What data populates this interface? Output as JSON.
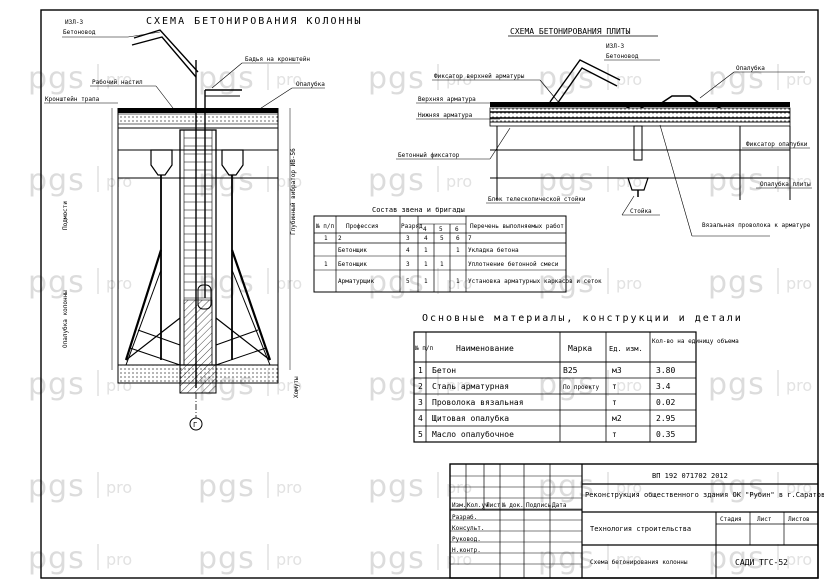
{
  "watermark": {
    "brand": "pgs",
    "suffix": "pro"
  },
  "column_scheme": {
    "title": "СХЕМА БЕТОНИРОВАНИЯ КОЛОННЫ",
    "labels": [
      "ИЗЛ-3",
      "Бетоновод",
      "Бадья на кронштейн",
      "Рабочий настил",
      "Опалубка",
      "Кронштейн трапа",
      "Глубинный вибратор ИВ-56",
      "Подмости",
      "Опалубка колонны",
      "Хомуты"
    ],
    "axis_label": "Г"
  },
  "slab_scheme": {
    "title": "СХЕМА БЕТОНИРОВАНИЯ ПЛИТЫ",
    "labels": [
      "ИЗЛ-3",
      "Бетоновод",
      "Опалубка",
      "Фиксатор верхней арматуры",
      "Верхняя арматура",
      "Нижняя арматура",
      "Бетонный фиксатор",
      "Фиксатор опалубки",
      "Опалубка плиты",
      "Стойка",
      "Блок телескопической стойки",
      "Вязальная проволока к арматуре"
    ]
  },
  "brigade_table": {
    "title": "Состав звена и бригады",
    "headers": [
      "№ п/п",
      "Профессия",
      "Разряд",
      "4",
      "5",
      "6",
      "Перечень выполняемых работ"
    ],
    "rows": [
      [
        "1",
        "2",
        "3",
        "4",
        "5",
        "6",
        "7"
      ],
      [
        "",
        "Бетонщик",
        "4",
        "1",
        "",
        "1",
        "Укладка бетона"
      ],
      [
        "1",
        "Бетонщик",
        "3",
        "1",
        "1",
        "",
        "Уплотнение бетонной смеси"
      ],
      [
        "",
        "Арматурщик",
        "5",
        "1",
        "",
        "1",
        "Установка арматурных каркасов и сеток"
      ]
    ]
  },
  "materials_table": {
    "title": "Основные материалы, конструкции и детали",
    "headers": [
      "№ п/п",
      "Наименование",
      "Марка",
      "Ед. изм.",
      "Кол-во на единицу объема"
    ],
    "rows": [
      [
        "1",
        "Бетон",
        "В25",
        "м3",
        "3.80"
      ],
      [
        "2",
        "Сталь арматурная",
        "По проекту",
        "т",
        "3.4"
      ],
      [
        "3",
        "Проволока вязальная",
        "",
        "т",
        "0.02"
      ],
      [
        "4",
        "Щитовая опалубка",
        "",
        "м2",
        "2.95"
      ],
      [
        "5",
        "Масло опалубочное",
        "",
        "т",
        "0.35"
      ]
    ]
  },
  "title_block": {
    "code": "ВП 192 071702 2012",
    "project": "Реконструкция общественного здания ОК \"Рубин\" в г.Саратове",
    "section": "Технология строительства",
    "sheet_title": "Схема бетонирования колонны",
    "sheet_code": "САДИ ТГС-52",
    "head_cols": [
      "Изм.",
      "Кол.уч",
      "Лист",
      "№ док.",
      "Подпись",
      "Дата"
    ],
    "roles": [
      "Разраб.",
      "Консульт.",
      "Руковод.",
      "Н.контр."
    ],
    "stage_headers": [
      "Стадия",
      "Лист",
      "Листов"
    ]
  }
}
